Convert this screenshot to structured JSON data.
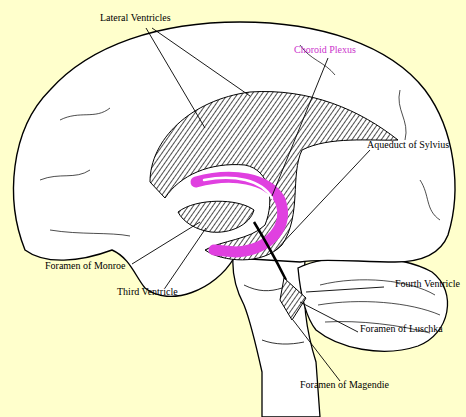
{
  "diagram": {
    "labels": [
      "Lateral Ventricles",
      "Choroid Plexus",
      "Aqueduct of Sylvius",
      "Foramen of Monroe",
      "Third Ventricle",
      "Fourth Ventricle",
      "Foramen of Luschka",
      "Foramen of Magendie"
    ]
  }
}
